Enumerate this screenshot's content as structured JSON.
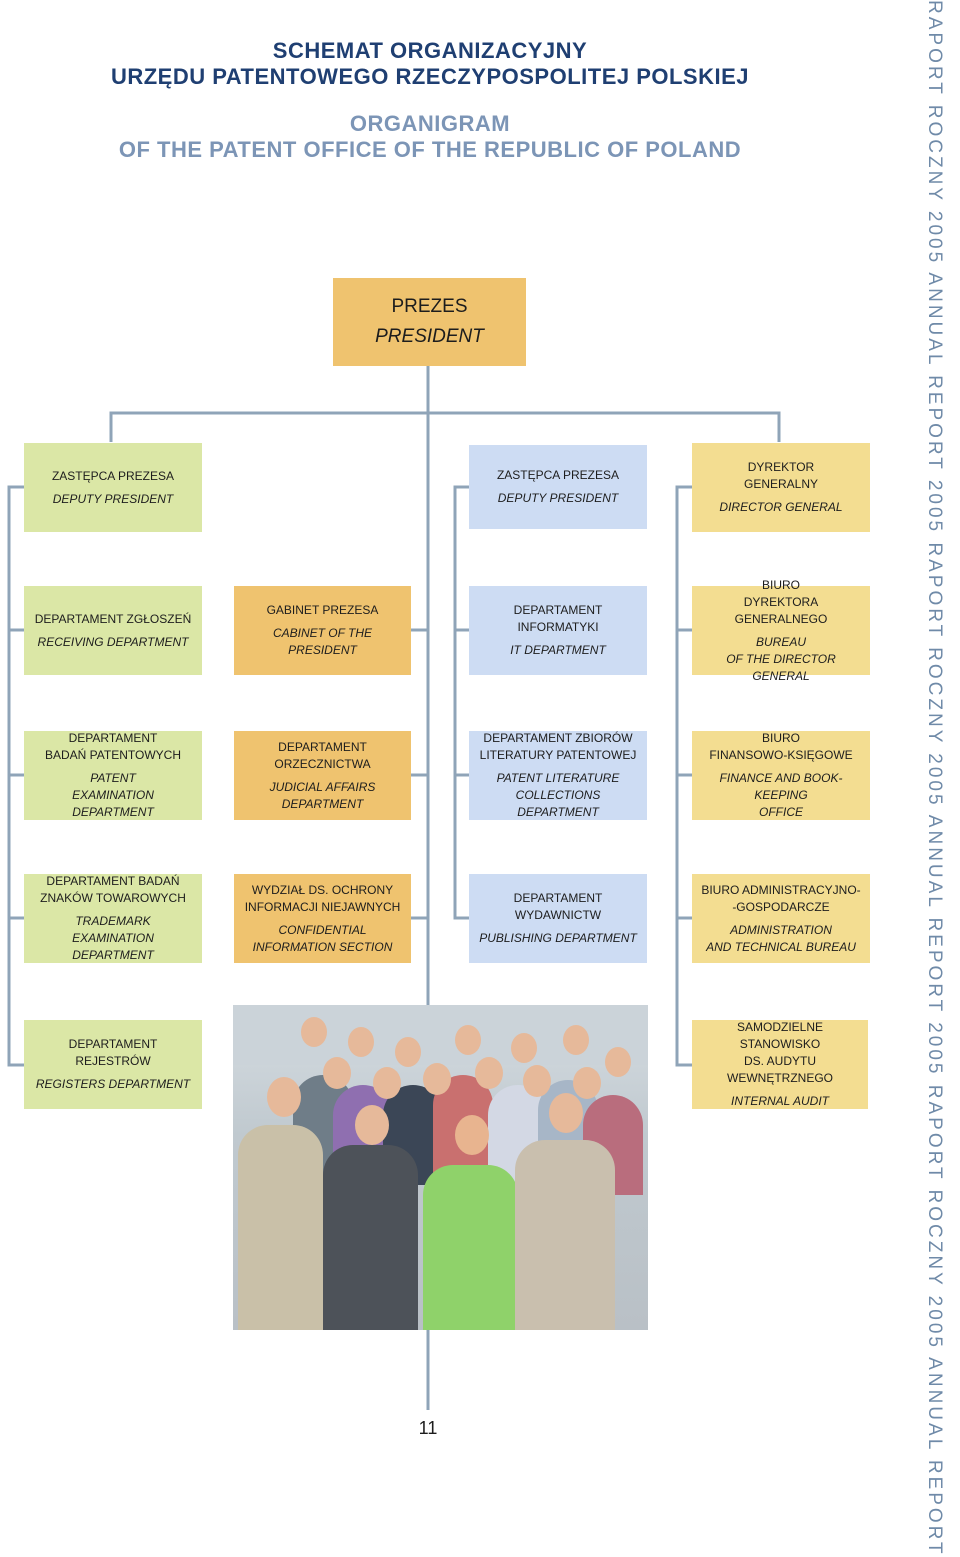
{
  "header": {
    "title_pl_1": "SCHEMAT ORGANIZACYJNY",
    "title_pl_2": "URZĘDU PATENTOWEGO RZECZYPOSPOLITEJ POLSKIEJ",
    "title_en_1": "ORGANIGRAM",
    "title_en_2": "OF THE PATENT OFFICE OF THE REPUBLIC OF POLAND"
  },
  "president": {
    "pl": "PREZES",
    "en": "PRESIDENT"
  },
  "col1": {
    "head": {
      "pl": "ZASTĘPCA PREZESA",
      "en": "DEPUTY PRESIDENT"
    },
    "items": [
      {
        "pl": "DEPARTAMENT ZGŁOSZEŃ",
        "en": "RECEIVING DEPARTMENT"
      },
      {
        "pl": "DEPARTAMENT\nBADAŃ PATENTOWYCH",
        "en": "PATENT\nEXAMINATION DEPARTMENT"
      },
      {
        "pl": "DEPARTAMENT BADAŃ\nZNAKÓW TOWAROWYCH",
        "en": "TRADEMARK\nEXAMINATION DEPARTMENT"
      },
      {
        "pl": "DEPARTAMENT REJESTRÓW",
        "en": "REGISTERS DEPARTMENT"
      }
    ]
  },
  "col2": {
    "items": [
      {
        "pl": "GABINET PREZESA",
        "en": "CABINET OF THE PRESIDENT"
      },
      {
        "pl": "DEPARTAMENT ORZECZNICTWA",
        "en": "JUDICIAL AFFAIRS DEPARTMENT"
      },
      {
        "pl": "WYDZIAŁ DS. OCHRONY\nINFORMACJI NIEJAWNYCH",
        "en": "CONFIDENTIAL\nINFORMATION SECTION"
      }
    ]
  },
  "col3": {
    "head": {
      "pl": "ZASTĘPCA PREZESA",
      "en": "DEPUTY PRESIDENT"
    },
    "items": [
      {
        "pl": "DEPARTAMENT INFORMATYKI",
        "en": "IT DEPARTMENT"
      },
      {
        "pl": "DEPARTAMENT ZBIORÓW\nLITERATURY PATENTOWEJ",
        "en": "PATENT LITERATURE\nCOLLECTIONS DEPARTMENT"
      },
      {
        "pl": "DEPARTAMENT WYDAWNICTW",
        "en": "PUBLISHING DEPARTMENT"
      }
    ]
  },
  "col4": {
    "head": {
      "pl": "DYREKTOR\nGENERALNY",
      "en": "DIRECTOR GENERAL"
    },
    "items": [
      {
        "pl": "BIURO\nDYREKTORA GENERALNEGO",
        "en": "BUREAU\nOF THE DIRECTOR GENERAL"
      },
      {
        "pl": "BIURO\nFINANSOWO-KSIĘGOWE",
        "en": "FINANCE AND BOOK-KEEPING\nOFFICE"
      },
      {
        "pl": "BIURO ADMINISTRACYJNO-\n-GOSPODARCZE",
        "en": "ADMINISTRATION\nAND TECHNICAL BUREAU"
      },
      {
        "pl": "SAMODZIELNE STANOWISKO\nDS. AUDYTU WEWNĘTRZNEGO",
        "en": "INTERNAL AUDIT"
      }
    ]
  },
  "page_number": "11",
  "side_text": "RAPORT ROCZNY 2005 ANNUAL REPORT 2005 RAPORT ROCZNY 2005 ANNUAL REPORT 2005 RAPORT ROCZNY 2005 ANNUAL REPORT",
  "colors": {
    "green": "#dbe7a6",
    "orange": "#efc36f",
    "blue": "#cddcf3",
    "yellow": "#f3dd91",
    "lines": "#8fa4b8",
    "title_dark": "#1f3f72",
    "title_light": "#7c95b6"
  }
}
